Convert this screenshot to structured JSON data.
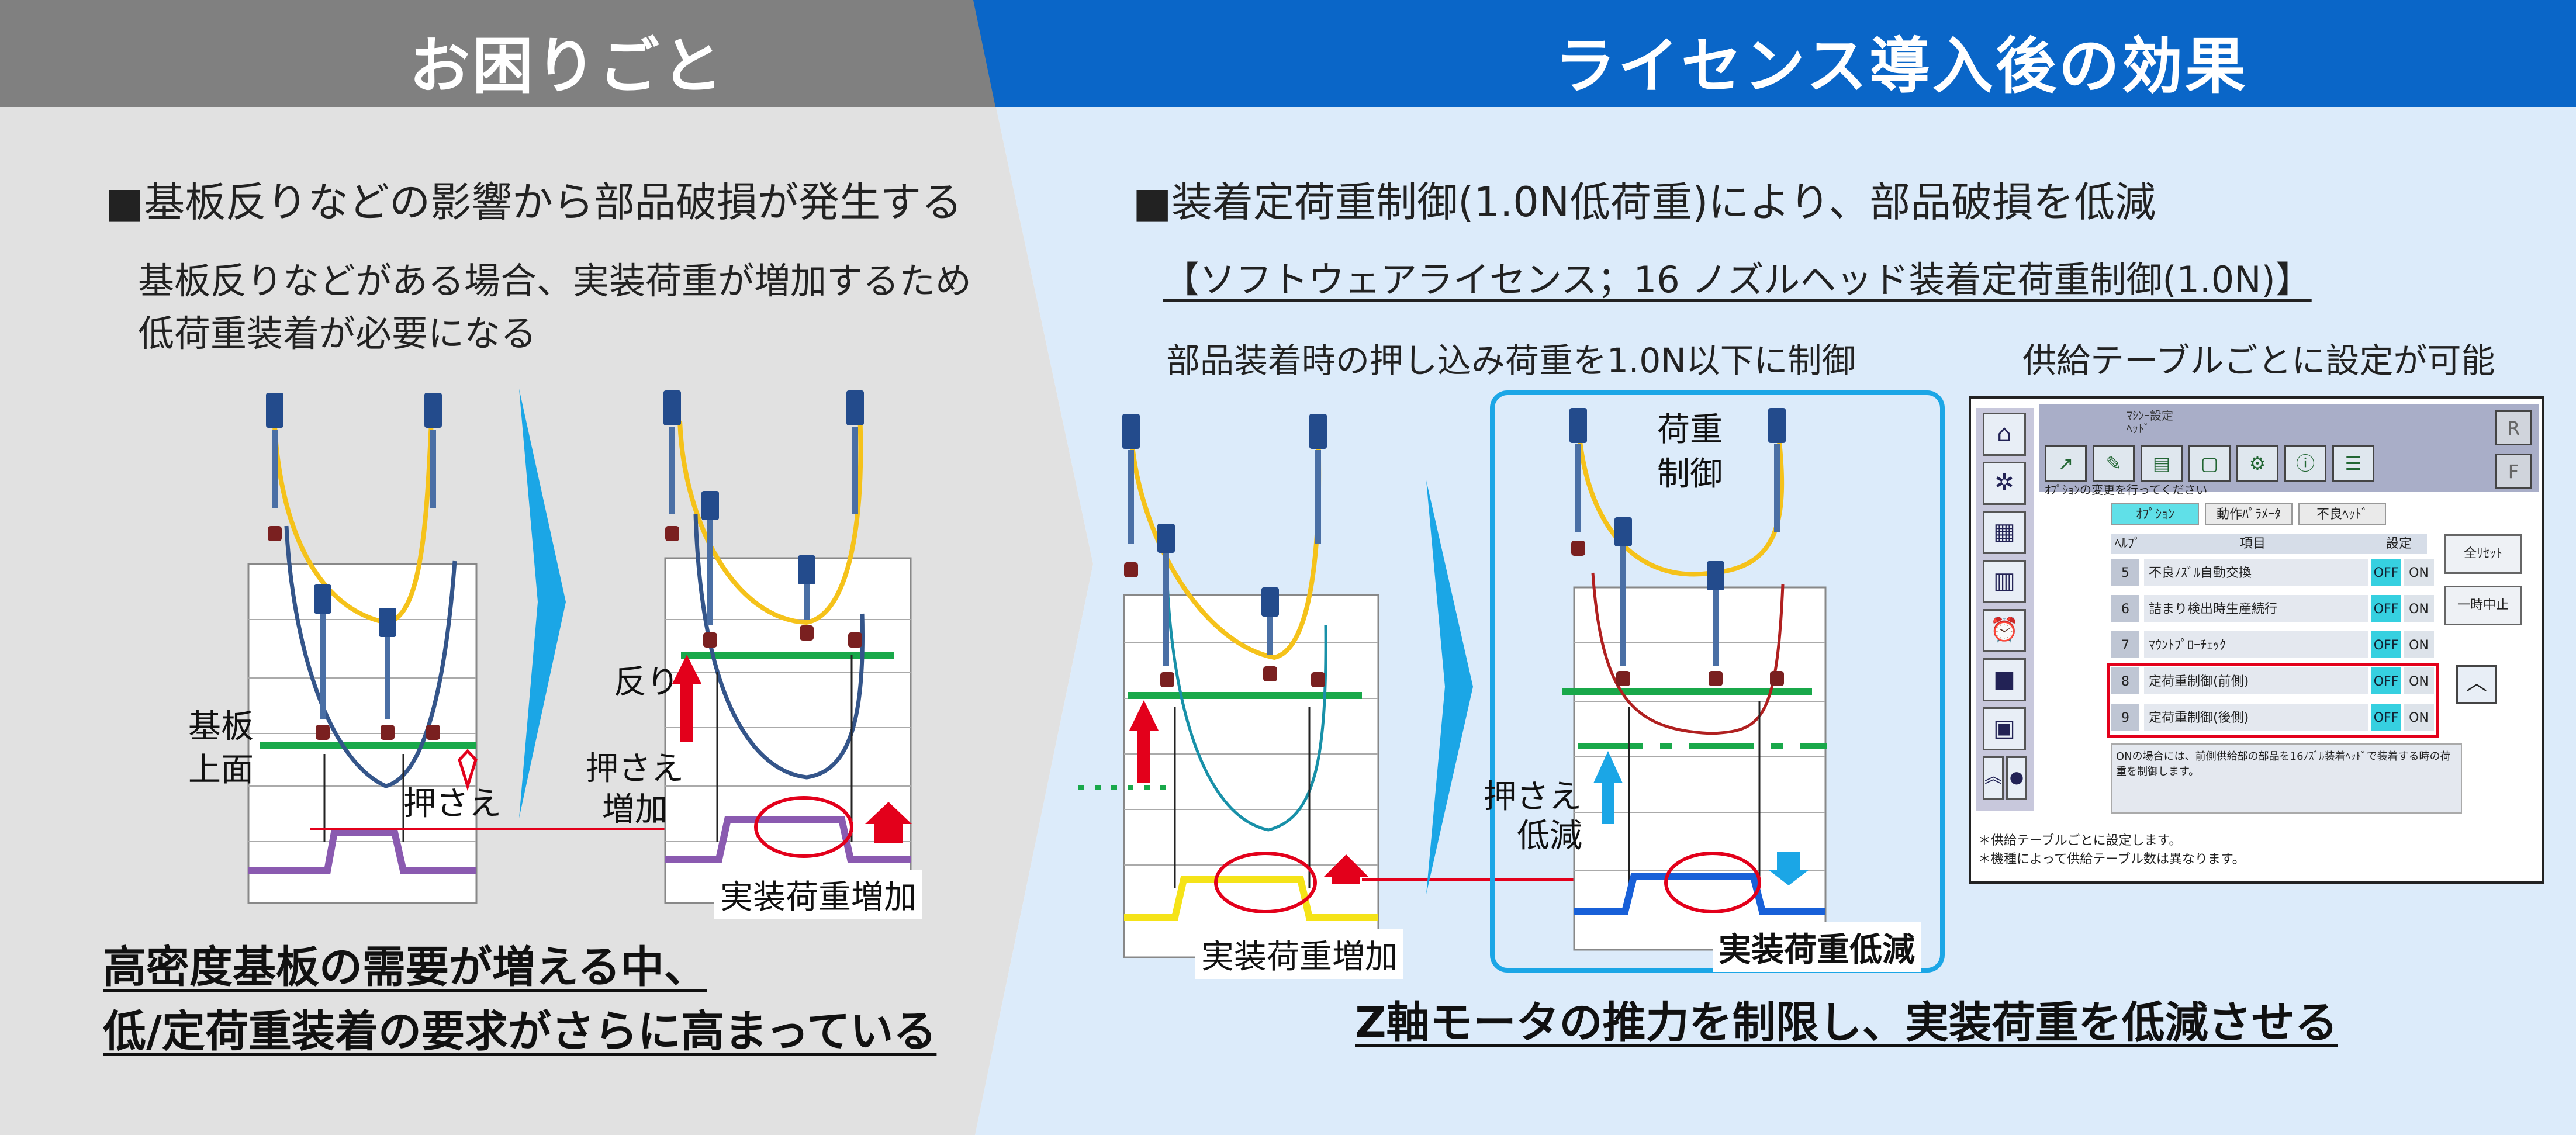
{
  "left": {
    "header": "お困りごと",
    "heading": "■基板反りなどの影響から部品破損が発生する",
    "desc_line1": "基板反りなどがある場合、実装荷重が増加するため",
    "desc_line2": "低荷重装着が必要になる",
    "label_board_surface_1": "基板",
    "label_board_surface_2": "上面",
    "label_press": "押さえ",
    "label_warp": "反り",
    "label_press_increase_1": "押さえ",
    "label_press_increase_2": "増加",
    "label_load_increase": "実装荷重増加",
    "bottom_line1": "高密度基板の需要が増える中、",
    "bottom_line2": "低/定荷重装着の要求がさらに高まっている"
  },
  "right": {
    "header": "ライセンス導入後の効果",
    "heading": "■装着定荷重制御(1.0N低荷重)により、部品破損を低減",
    "license": "【ソフトウェアライセンス；16 ノズルヘッド装着定荷重制御(1.0N)】",
    "sub_left": "部品装着時の押し込み荷重を1.0N以下に制御",
    "sub_right": "供給テーブルごとに設定が可能",
    "label_load_control_1": "荷重",
    "label_load_control_2": "制御",
    "label_press_reduce_1": "押さえ",
    "label_press_reduce_2": "低減",
    "label_load_increase": "実装荷重増加",
    "label_load_reduce": "実装荷重低減",
    "bottom": "Z軸モータの推力を制限し、実装荷重を低減させる"
  },
  "panel": {
    "title": "ﾏｼﾝｰ設定\nﾍｯﾄﾞ",
    "message": "ｵﾌﾟｼｮﾝの変更を行ってください",
    "tabs": [
      "ｵﾌﾟｼｮﾝ",
      "動作ﾊﾟﾗﾒｰﾀ",
      "不良ﾍｯﾄﾞ"
    ],
    "col_help": "ﾍﾙﾌﾟ",
    "col_item": "項目",
    "col_setting": "設定",
    "rows": [
      {
        "num": "5",
        "label": "不良ﾉｽﾞﾙ自動交換",
        "off": "OFF",
        "on": "ON"
      },
      {
        "num": "6",
        "label": "詰まり検出時生産続行",
        "off": "OFF",
        "on": "ON"
      },
      {
        "num": "7",
        "label": "ﾏｳﾝﾄﾌﾟﾛｰﾁｪｯｸ",
        "off": "OFF",
        "on": "ON"
      },
      {
        "num": "8",
        "label": "定荷重制御(前側)",
        "off": "OFF",
        "on": "ON"
      },
      {
        "num": "9",
        "label": "定荷重制御(後側)",
        "off": "OFF",
        "on": "ON"
      }
    ],
    "btn_reset": "全ﾘｾｯﾄ",
    "btn_pause": "一時中止",
    "help_text": "ONの場合には、前側供給部の部品を16ﾉｽﾞﾙ装着ﾍｯﾄﾞで装着する時の荷重を制御します。",
    "note1": "＊供給テーブルごとに設定します。",
    "note2": "＊機種によって供給テーブル数は異なります。",
    "key_r": "R",
    "key_f": "F"
  },
  "colors": {
    "left_header": "#808080",
    "right_header": "#0a66c8",
    "left_bg": "#e1e1e1",
    "right_bg": "#dcebfa",
    "accent_red": "#e3001b",
    "accent_blue": "#1ba6e6",
    "curve_yellow": "#f5c21a",
    "curve_navy": "#34558a",
    "board_green": "#19a84a"
  }
}
